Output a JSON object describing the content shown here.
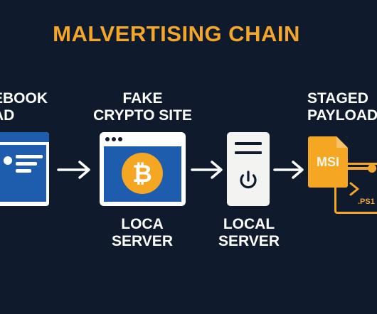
{
  "title": "MALVERTISING CHAIN",
  "steps": [
    {
      "label_line1": "EBOOK",
      "label_line2": "AD"
    },
    {
      "label_line1": "FAKE",
      "label_line2": "CRYPTO SITE",
      "sub_line1": "LOCA",
      "sub_line2": "SERVER"
    },
    {
      "sub_line1": "LOCAL",
      "sub_line2": "SERVER"
    },
    {
      "label_line1": "STAGED",
      "label_line2": "PAYLOAD",
      "file_label": "MSI",
      "script_label": ".PS1"
    }
  ],
  "colors": {
    "background": "#0f1b2d",
    "accent": "#f4a62a",
    "window_blue": "#1e5cae",
    "text": "#ffffff"
  },
  "icons": [
    "ad-window-icon",
    "crypto-site-window-icon",
    "bitcoin-icon",
    "server-icon",
    "power-icon",
    "msi-file-icon",
    "powershell-window-icon",
    "arrow-icon"
  ]
}
